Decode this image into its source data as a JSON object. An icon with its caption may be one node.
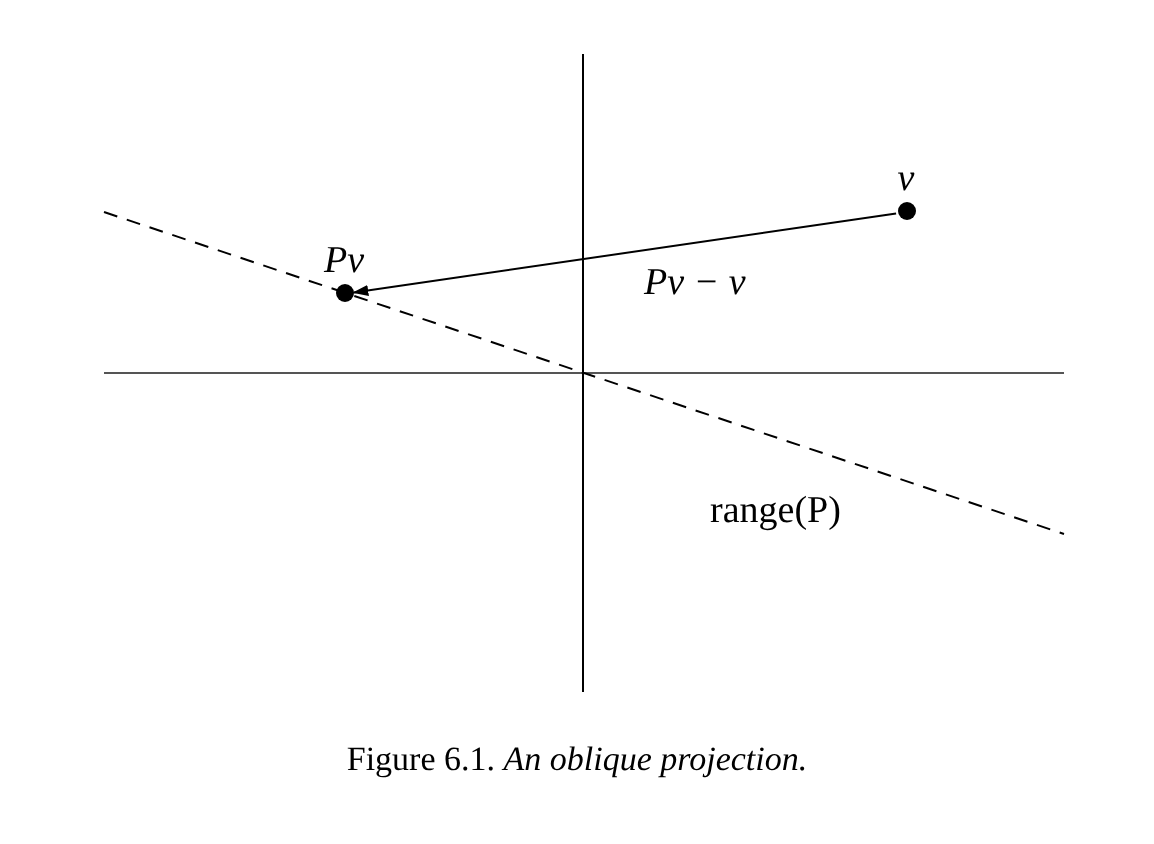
{
  "diagram": {
    "caption": "Figure 6.1. *An oblique projection.*",
    "nodes": [
      {
        "text": [
          "v"
        ]
      },
      {
        "text": [
          "Pv"
        ]
      }
    ],
    "edges": [
      {
        "from": 0,
        "to": 1,
        "arrow": "to",
        "label": "Pv − v"
      }
    ],
    "labels": [
      "range(P)"
    ]
  }
}
